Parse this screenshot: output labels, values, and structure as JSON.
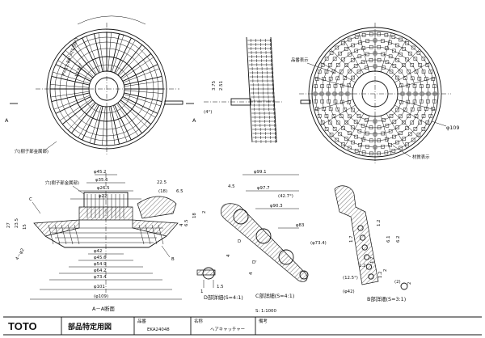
{
  "top_view": {
    "section_mark": "A",
    "dim_pitch": "P=12.86°×(1.90°)",
    "dim_angle": "12.86°",
    "label_mold": "穴(樹子部金属部)"
  },
  "side_view": {
    "dim_a": "3.75",
    "dim_b": "2.51",
    "dim_c": "(4°)"
  },
  "bottom_view": {
    "label_mark": "品番表示",
    "label_material": "材質表示",
    "dim_dia": "φ109"
  },
  "section_view": {
    "label_mold": "穴(樹子部金属部)",
    "title": "A－A断面",
    "dims": {
      "d452": "φ45.2",
      "d356": "φ35.6",
      "d265": "φ26.5",
      "d22": "φ22",
      "d42": "φ42",
      "d456": "φ45.6",
      "d549": "φ54.9",
      "d642": "φ64.2",
      "d734": "φ73.4",
      "d101": "φ101",
      "d109": "(φ109)",
      "w225": "22.5",
      "w181": "(18)",
      "h65": "6.5",
      "h27": "27",
      "h235": "23.5",
      "h15": "15",
      "h18": "18",
      "h4": "4",
      "c": "C",
      "b": "B",
      "dim_42_side": "4－φ2",
      "h65b": "6.5"
    }
  },
  "detail_c": {
    "title": "C部詳細(S=4:1)",
    "dims": {
      "d991": "φ99.1",
      "d977": "φ97.7",
      "d903": "φ90.3",
      "d83": "φ83",
      "d734": "(φ73.4)",
      "ang": "(42.7°)",
      "h45": "4.5",
      "h2": "2",
      "h4": "4",
      "h4b": "4",
      "d": "D",
      "d2": "D'"
    }
  },
  "detail_d": {
    "title": "D部詳細(S=4:1)",
    "dims": {
      "d1": "1",
      "d15": "1.5"
    }
  },
  "detail_b": {
    "title": "B部詳細(S=3:1)",
    "dims": {
      "d12": "1.2",
      "d17": "1.7",
      "d61": "6.1",
      "d62": "6.2",
      "d12b": "1.2",
      "d254": "(12.5°)",
      "d2": "2",
      "d42": "(φ42)",
      "d2b": "(2)",
      "d17b": "1.7",
      "d12c": "1.2",
      "d2c": "2"
    }
  },
  "footer": {
    "brand": "TOTO",
    "doc_title": "部品特定用図",
    "part_label": "品番",
    "part_no": "EKA24048",
    "name_label": "名称",
    "name": "ヘアキャッチャー",
    "remarks_label": "備考",
    "small_note": "S: 1:1000"
  }
}
